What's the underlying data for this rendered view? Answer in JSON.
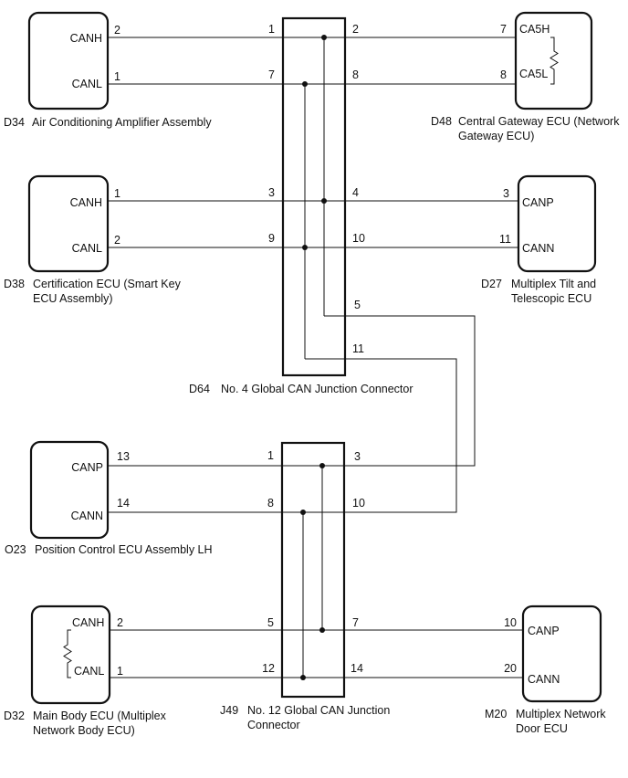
{
  "components": [
    {
      "id": "d34",
      "code": "D34",
      "name": "Air Conditioning Amplifier Assembly",
      "name2": "",
      "sig1": "CANH",
      "sig2": "CANL",
      "pin1": "2",
      "pin2": "1",
      "resistor": false
    },
    {
      "id": "d48",
      "code": "D48",
      "name": "Central Gateway ECU (Network",
      "name2": "Gateway ECU)",
      "sig1": "CA5H",
      "sig2": "CA5L",
      "pin1": "7",
      "pin2": "8",
      "resistor": true
    },
    {
      "id": "d38",
      "code": "D38",
      "name": "Certification ECU (Smart Key",
      "name2": "ECU Assembly)",
      "sig1": "CANH",
      "sig2": "CANL",
      "pin1": "1",
      "pin2": "2",
      "resistor": false
    },
    {
      "id": "d27",
      "code": "D27",
      "name": "Multiplex Tilt and",
      "name2": "Telescopic ECU",
      "sig1": "CANP",
      "sig2": "CANN",
      "pin1": "3",
      "pin2": "11",
      "resistor": false
    },
    {
      "id": "o23",
      "code": "O23",
      "name": "Position Control ECU Assembly LH",
      "name2": "",
      "sig1": "CANP",
      "sig2": "CANN",
      "pin1": "13",
      "pin2": "14",
      "resistor": false
    },
    {
      "id": "d32",
      "code": "D32",
      "name": "Main Body ECU (Multiplex",
      "name2": "Network Body ECU)",
      "sig1": "CANH",
      "sig2": "CANL",
      "pin1": "2",
      "pin2": "1",
      "resistor": true
    },
    {
      "id": "m20",
      "code": "M20",
      "name": "Multiplex Network",
      "name2": "Door ECU",
      "sig1": "CANP",
      "sig2": "CANN",
      "pin1": "10",
      "pin2": "20",
      "resistor": false
    }
  ],
  "junctions": [
    {
      "id": "d64",
      "code": "D64",
      "name": "No. 4 Global CAN Junction Connector",
      "name2": "",
      "left_pins": [
        "1",
        "7",
        "3",
        "9"
      ],
      "right_pins": [
        "2",
        "8",
        "4",
        "10",
        "5",
        "11"
      ]
    },
    {
      "id": "j49",
      "code": "J49",
      "name": "No. 12 Global CAN Junction",
      "name2": "Connector",
      "left_pins": [
        "1",
        "8",
        "5",
        "12"
      ],
      "right_pins": [
        "3",
        "10",
        "7",
        "14"
      ]
    }
  ]
}
